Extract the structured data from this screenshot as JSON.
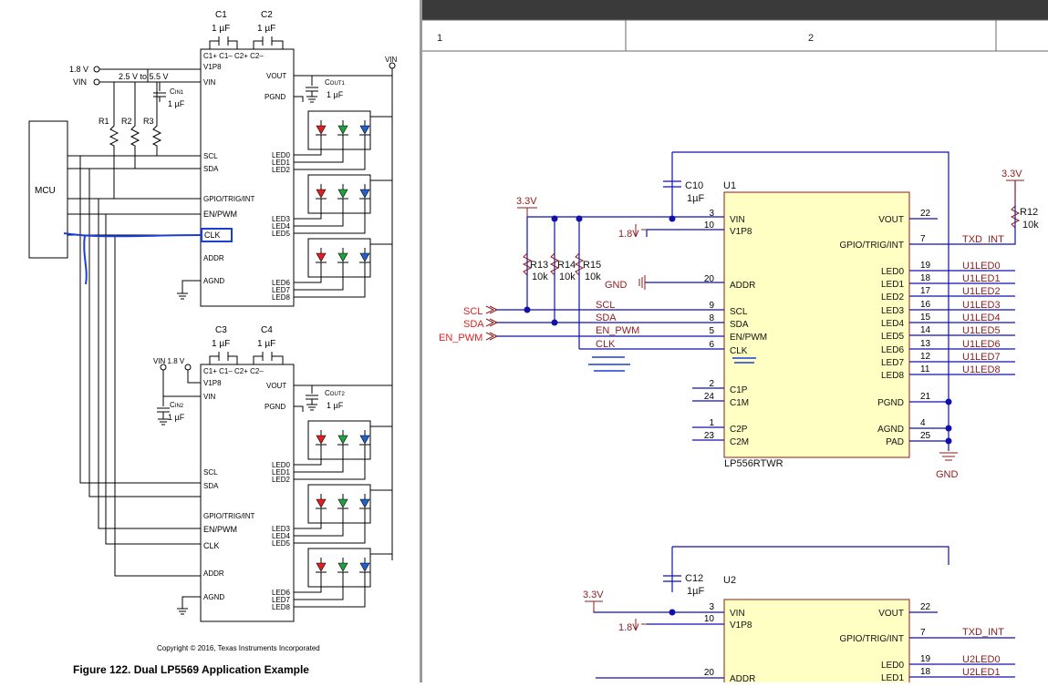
{
  "left": {
    "caps_top": [
      {
        "name": "C1",
        "sub": "1",
        "value": "1 µF"
      },
      {
        "name": "C2",
        "sub": "2",
        "value": "1 µF"
      }
    ],
    "caps_bottom": [
      {
        "name": "C3",
        "sub": "3",
        "value": "1 µF"
      },
      {
        "name": "C4",
        "sub": "4",
        "value": "1 µF"
      }
    ],
    "rail_18": "1.8 V",
    "rail_vin": "VIN",
    "vin_range": "2.5 V to 5.5 V",
    "cin1": {
      "name": "C",
      "sub": "IN1",
      "value": "1 µF"
    },
    "cin2": {
      "name": "C",
      "sub": "IN2",
      "value": "1 µF"
    },
    "cout1": {
      "name": "C",
      "sub": "OUT1",
      "value": "1 µF"
    },
    "cout2": {
      "name": "C",
      "sub": "OUT2",
      "value": "1 µF"
    },
    "resistors": [
      "R1",
      "R2",
      "R3"
    ],
    "mcu": "MCU",
    "top_chip": {
      "pins_top": "C1+  C1–  C2+  C2–",
      "v1p8": "V1P8",
      "vin": "VIN",
      "vout": "VOUT",
      "pgnd": "PGND",
      "scl": "SCL",
      "sda": "SDA",
      "gpio": "GPIO/TRIG/INT",
      "en": "EN/PWM",
      "clk": "CLK",
      "addr": "ADDR",
      "agnd": "AGND",
      "led_groups": [
        [
          "LED0",
          "LED1",
          "LED2"
        ],
        [
          "LED3",
          "LED4",
          "LED5"
        ],
        [
          "LED6",
          "LED7",
          "LED8"
        ]
      ]
    },
    "bottom_chip": {
      "pins_top": "C1+  C1–  C2+  C2–",
      "v1p8": "V1P8",
      "vin": "VIN",
      "vout": "VOUT",
      "pgnd": "PGND",
      "scl": "SCL",
      "sda": "SDA",
      "gpio": "GPIO/TRIG/INT",
      "en": "EN/PWM",
      "clk": "CLK",
      "addr": "ADDR",
      "agnd": "AGND",
      "led_groups": [
        [
          "LED0",
          "LED1",
          "LED2"
        ],
        [
          "LED3",
          "LED4",
          "LED5"
        ],
        [
          "LED6",
          "LED7",
          "LED8"
        ]
      ]
    },
    "vin_18_label": "VIN 1.8 V",
    "copyright": "Copyright © 2016, Texas Instruments Incorporated",
    "figure_caption": "Figure 122.  Dual LP5569 Application Example"
  },
  "right": {
    "grid_cols": [
      "1",
      "2"
    ],
    "u1": {
      "ref": "U1",
      "part": "LP556RTWR",
      "left_pins": [
        {
          "num": "3",
          "name": "VIN"
        },
        {
          "num": "10",
          "name": "V1P8"
        },
        {
          "num": "20",
          "name": "ADDR"
        },
        {
          "num": "9",
          "name": "SCL"
        },
        {
          "num": "8",
          "name": "SDA"
        },
        {
          "num": "5",
          "name": "EN/PWM"
        },
        {
          "num": "6",
          "name": "CLK"
        },
        {
          "num": "2",
          "name": "C1P"
        },
        {
          "num": "24",
          "name": "C1M"
        },
        {
          "num": "1",
          "name": "C2P"
        },
        {
          "num": "23",
          "name": "C2M"
        }
      ],
      "right_pins": [
        {
          "num": "22",
          "name": "VOUT"
        },
        {
          "num": "7",
          "name": "GPIO/TRIG/INT"
        },
        {
          "num": "19",
          "name": "LED0"
        },
        {
          "num": "18",
          "name": "LED1"
        },
        {
          "num": "17",
          "name": "LED2"
        },
        {
          "num": "16",
          "name": "LED3"
        },
        {
          "num": "15",
          "name": "LED4"
        },
        {
          "num": "14",
          "name": "LED5"
        },
        {
          "num": "13",
          "name": "LED6"
        },
        {
          "num": "12",
          "name": "LED7"
        },
        {
          "num": "11",
          "name": "LED8"
        },
        {
          "num": "21",
          "name": "PGND"
        },
        {
          "num": "4",
          "name": "AGND"
        },
        {
          "num": "25",
          "name": "PAD"
        }
      ],
      "nets": [
        "U1LED0",
        "U1LED1",
        "U1LED2",
        "U1LED3",
        "U1LED4",
        "U1LED5",
        "U1LED6",
        "U1LED7",
        "U1LED8"
      ]
    },
    "u2": {
      "ref": "U2",
      "pins": [
        {
          "num": "3",
          "name": "VIN"
        },
        {
          "num": "10",
          "name": "V1P8"
        },
        {
          "num": "20",
          "name": "ADDR"
        },
        {
          "num": "22",
          "name": "VOUT"
        },
        {
          "num": "7",
          "name": "GPIO/TRIG/INT"
        },
        {
          "num": "19",
          "name": "LED0"
        },
        {
          "num": "18",
          "name": "LED1"
        }
      ],
      "nets": [
        "U2LED0",
        "U2LED1"
      ]
    },
    "c10": {
      "ref": "C10",
      "value": "1µF"
    },
    "c12": {
      "ref": "C12",
      "value": "1µF"
    },
    "r12": {
      "ref": "R12",
      "value": "10k"
    },
    "pullups": [
      {
        "ref": "R13",
        "value": "10k"
      },
      {
        "ref": "R14",
        "value": "10k"
      },
      {
        "ref": "R15",
        "value": "10k"
      }
    ],
    "power_33": "3.3V",
    "power_18": "1.8V",
    "gnd": "GND",
    "bus_nets": [
      "SCL",
      "SDA",
      "EN_PWM",
      "CLK"
    ],
    "ports": [
      "SCL",
      "SDA",
      "EN_PWM"
    ],
    "txd_int": "TXD_INT"
  }
}
